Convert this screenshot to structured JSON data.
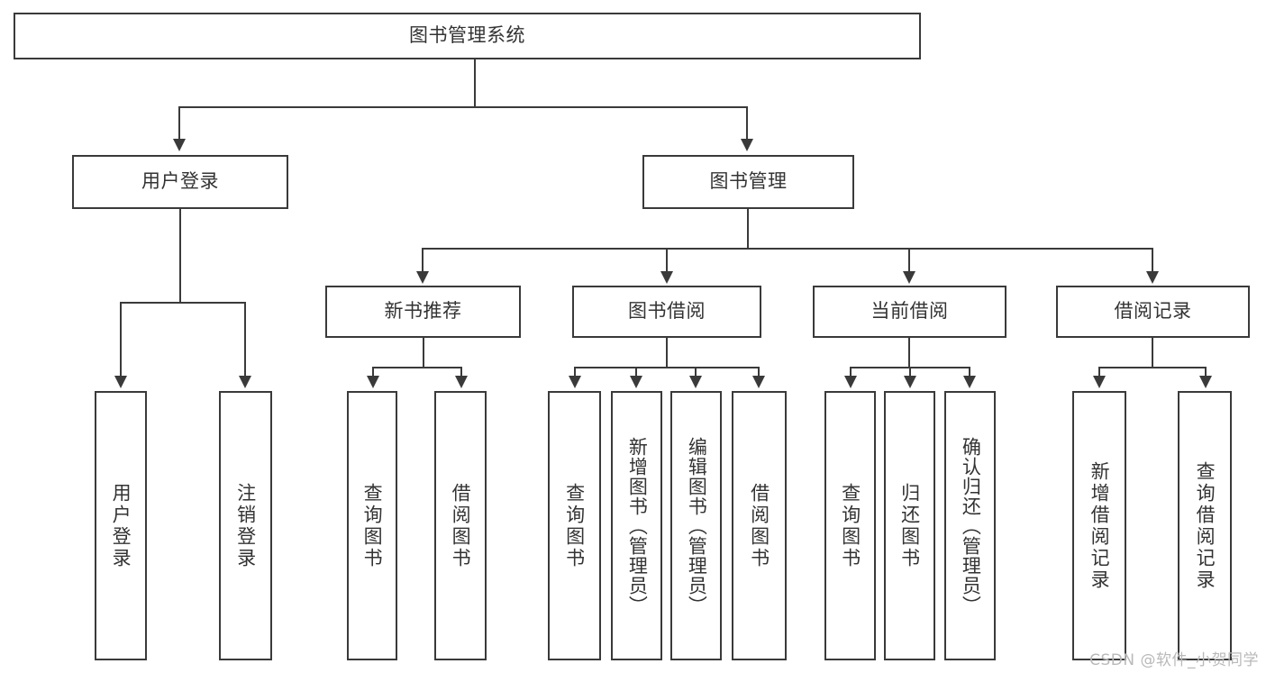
{
  "diagram": {
    "type": "tree-hierarchy",
    "title": "图书管理系统",
    "colors": {
      "box_border": "#3a3a3a",
      "box_fill": "#ffffff",
      "text": "#333333",
      "edge": "#3a3a3a",
      "background": "#ffffff",
      "watermark": "#b9b9b9"
    },
    "root": {
      "label": "图书管理系统"
    },
    "level2": [
      {
        "label": "用户登录"
      },
      {
        "label": "图书管理"
      }
    ],
    "level3": [
      {
        "label": "新书推荐"
      },
      {
        "label": "图书借阅"
      },
      {
        "label": "当前借阅"
      },
      {
        "label": "借阅记录"
      }
    ],
    "leaves": {
      "user_login": [
        {
          "label": "用户登录"
        },
        {
          "label": "注销登录"
        }
      ],
      "new_book_recommend": [
        {
          "label": "查询图书"
        },
        {
          "label": "借阅图书"
        }
      ],
      "book_borrow": [
        {
          "label": "查询图书"
        },
        {
          "label": "新增图书（管理员）"
        },
        {
          "label": "编辑图书（管理员）"
        },
        {
          "label": "借阅图书"
        }
      ],
      "current_borrow": [
        {
          "label": "查询图书"
        },
        {
          "label": "归还图书"
        },
        {
          "label": "确认归还（管理员）"
        }
      ],
      "borrow_record": [
        {
          "label": "新增借阅记录"
        },
        {
          "label": "查询借阅记录"
        }
      ]
    }
  },
  "watermark": {
    "text": "CSDN @软件_小贺同学"
  }
}
